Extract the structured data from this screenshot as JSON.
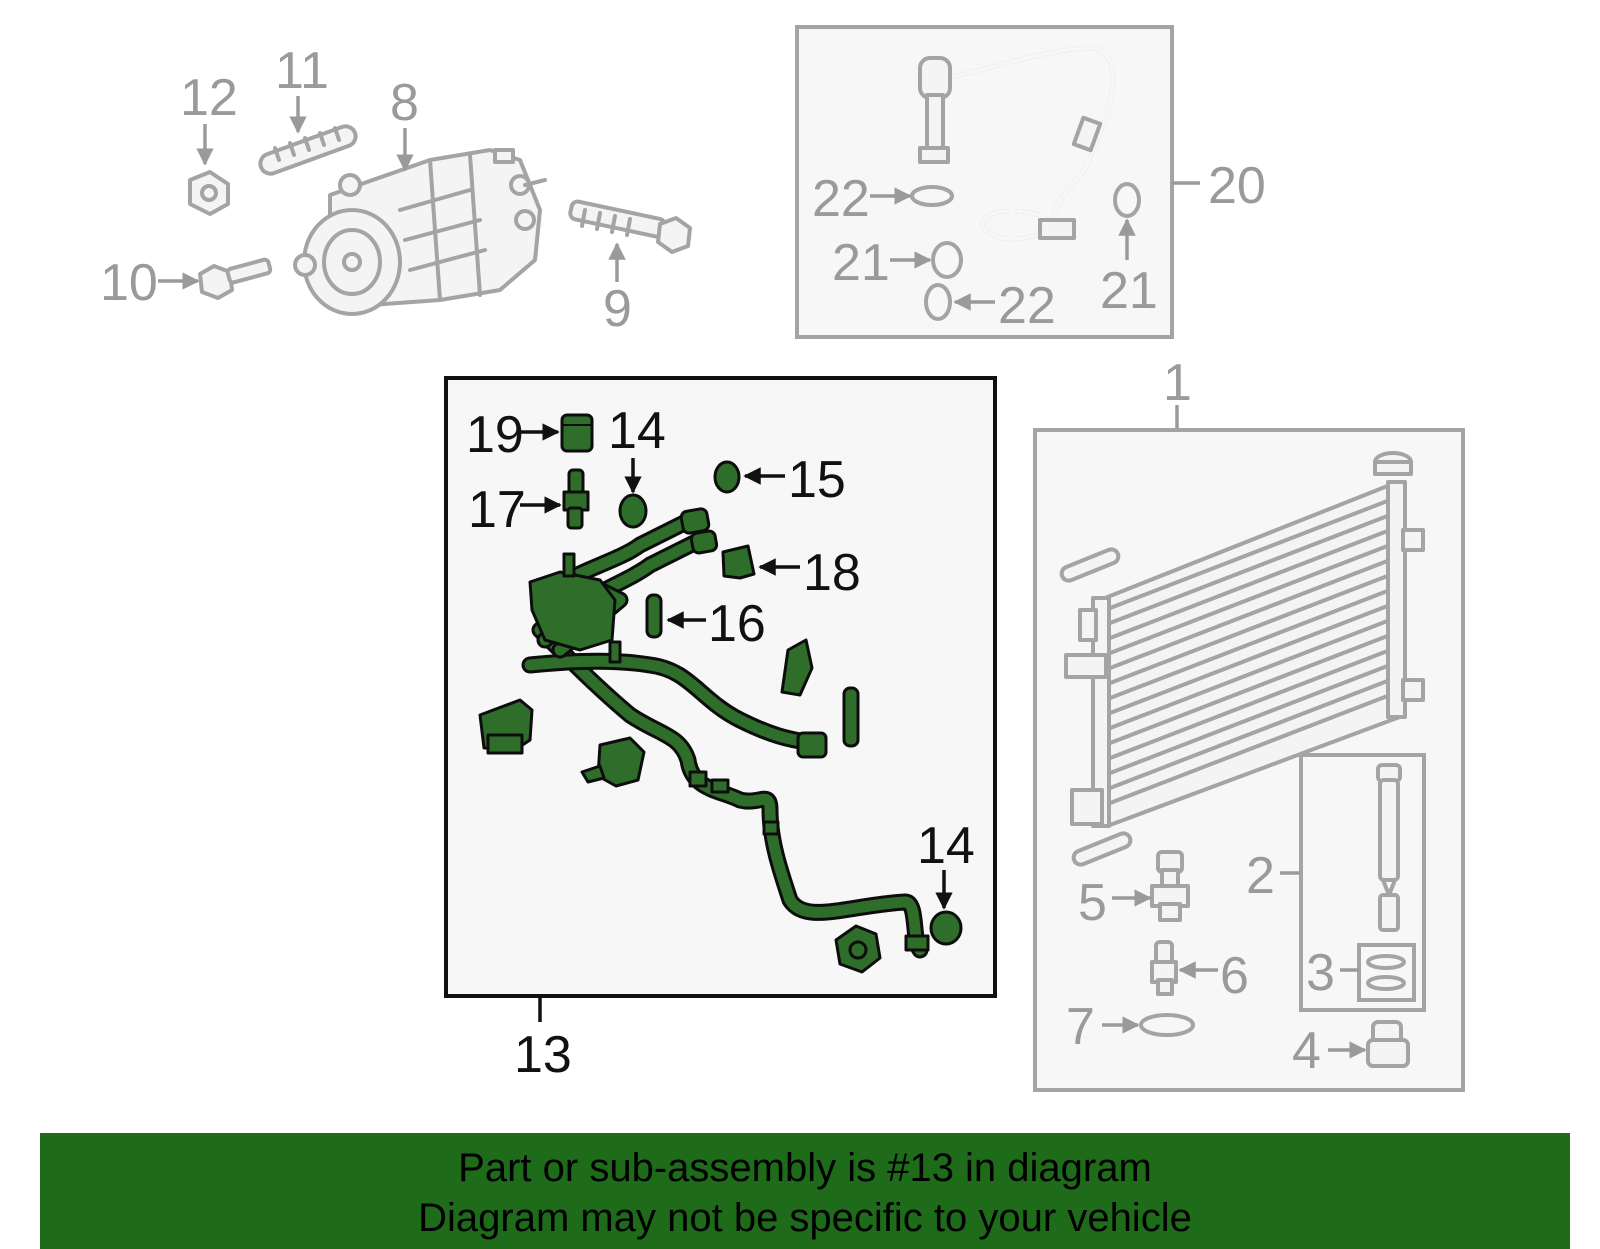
{
  "labels": {
    "p1": "1",
    "p2": "2",
    "p3": "3",
    "p4": "4",
    "p5": "5",
    "p6": "6",
    "p7": "7",
    "p8": "8",
    "p9": "9",
    "p10": "10",
    "p11": "11",
    "p12": "12",
    "p13": "13",
    "p14a": "14",
    "p14b": "14",
    "p15": "15",
    "p16": "16",
    "p17": "17",
    "p18": "18",
    "p19": "19",
    "p20": "20",
    "p21a": "21",
    "p21b": "21",
    "p22a": "22",
    "p22b": "22"
  },
  "highlighted_part": "13",
  "colors": {
    "highlight": "#2f6e2a",
    "banner": "#1e6b1a",
    "unselected": "#a4a4a4"
  },
  "banner": {
    "line1": "Part or sub-assembly is #13 in diagram",
    "line2": "Diagram may not be specific to your vehicle"
  }
}
